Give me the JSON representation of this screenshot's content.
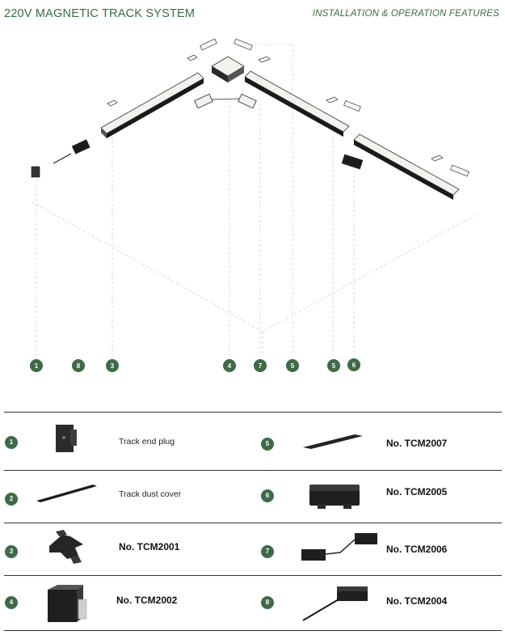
{
  "header": {
    "title": "220V MAGNETIC TRACK SYSTEM",
    "subtitle": "INSTALLATION & OPERATION FEATURES"
  },
  "callouts": [
    "1",
    "8",
    "3",
    "4",
    "7",
    "5",
    "5",
    "6"
  ],
  "parts": [
    {
      "num": "1",
      "label": "Track end plug"
    },
    {
      "num": "2",
      "label": "Track dust cover"
    },
    {
      "num": "3",
      "label": "No. TCM2001"
    },
    {
      "num": "4",
      "label": "No. TCM2002"
    },
    {
      "num": "5",
      "label": "No. TCM2007"
    },
    {
      "num": "6",
      "label": "No. TCM2005"
    },
    {
      "num": "7",
      "label": "No. TCM2006"
    },
    {
      "num": "8",
      "label": "No. TCM2004"
    }
  ],
  "colors": {
    "accent": "#3f6a48",
    "header_text": "#3b6b46"
  }
}
